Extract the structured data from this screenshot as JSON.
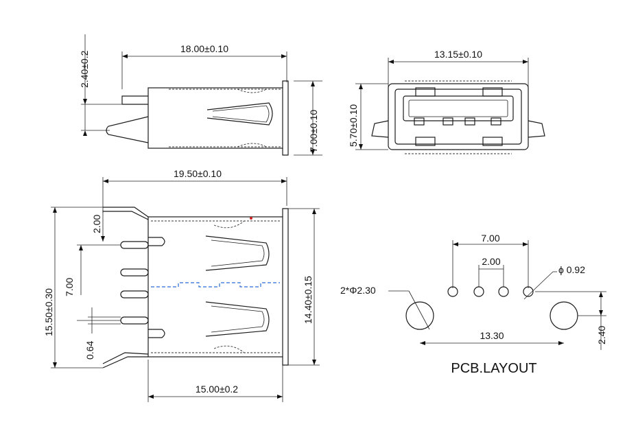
{
  "colors": {
    "ink": "#111111",
    "centerline": "#2a6ad6",
    "mark": "#cc2222"
  },
  "side_view": {
    "dim_length": "18.00±0.10",
    "dim_tab": "2.40±0.2",
    "dim_height": "7.00±0.10"
  },
  "front_view": {
    "dim_width": "13.15±0.10",
    "dim_height": "5.70±0.10"
  },
  "top_view": {
    "dim_overall": "19.50±0.10",
    "dim_body": "15.00±0.2",
    "dim_outer_height": "15.50±0.30",
    "dim_inner_height": "14.40±0.15",
    "dim_tab_offset": "2.00",
    "dim_pin_span": "7.00",
    "dim_pin_width": "0.64"
  },
  "pcb_layout": {
    "title": "PCB.LAYOUT",
    "dim_outer_pins": "7.00",
    "dim_inner_pins": "2.00",
    "dim_pin_hole": "ϕ 0.92",
    "dim_mount_hole": "2*Φ2.30",
    "dim_mount_span": "13.30",
    "dim_row_offset": "2.40"
  }
}
